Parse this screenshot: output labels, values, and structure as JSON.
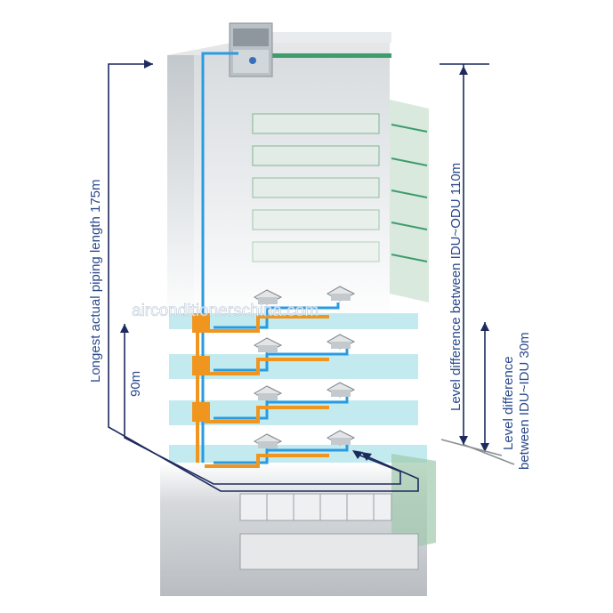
{
  "labels": {
    "longest_piping": "Longest actual piping length 175m",
    "equivalent_piping": "90m",
    "idu_odu_diff": "Level difference between IDU~ODU 110m",
    "idu_idu_diff_line1": "Level difference",
    "idu_idu_diff_line2": "between IDU~IDU 30m"
  },
  "watermark": "airconditionerschina.com",
  "colors": {
    "arrow": "#1d2a5e",
    "label": "#2b4a8c",
    "refrigerant_liquid": "#2a9be0",
    "refrigerant_gas": "#f0961e",
    "glass_green": "#3d9d6c",
    "floor_slab": "#b9e7ec"
  },
  "icons": {
    "outdoor_unit": "odu-unit-icon",
    "indoor_unit": "cassette-unit-icon",
    "branch_joint": "branch-joint-icon"
  }
}
